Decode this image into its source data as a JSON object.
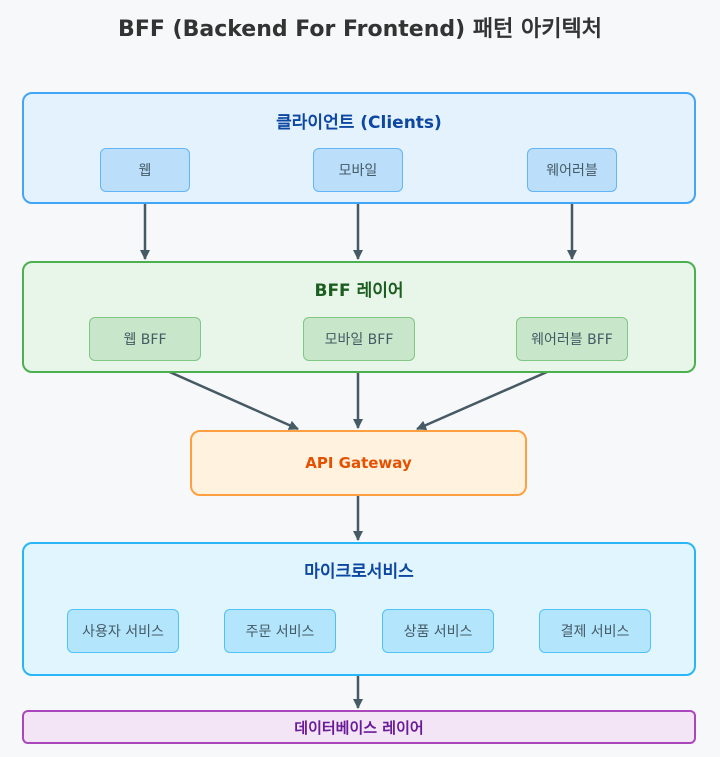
{
  "title": "BFF (Backend For Frontend) 패턴 아키텍처",
  "clients": {
    "title": "클라이언트 (Clients)",
    "items": [
      "웹",
      "모바일",
      "웨어러블"
    ]
  },
  "bff": {
    "title": "BFF 레이어",
    "items": [
      "웹 BFF",
      "모바일 BFF",
      "웨어러블 BFF"
    ]
  },
  "gateway": {
    "label": "API Gateway"
  },
  "microservices": {
    "title": "마이크로서비스",
    "items": [
      "사용자 서비스",
      "주문 서비스",
      "상품 서비스",
      "결제 서비스"
    ]
  },
  "database": {
    "label": "데이터베이스 레이어"
  },
  "colors": {
    "clients": "#2196f3",
    "bff": "#4caf50",
    "gateway": "#ff9800",
    "microservices": "#03a9f4",
    "database": "#9c27b0",
    "arrow": "#455a64"
  }
}
